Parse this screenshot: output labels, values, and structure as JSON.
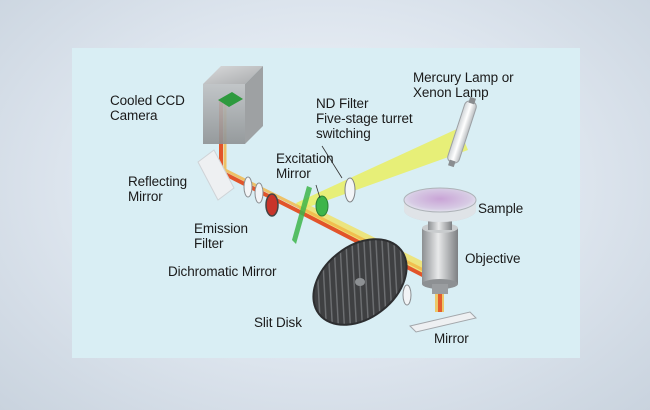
{
  "labels": {
    "cooled_ccd_camera": "Cooled CCD\nCamera",
    "nd_filter": "ND Filter\nFive-stage turret\nswitching",
    "mercury_lamp": "Mercury Lamp or\nXenon Lamp",
    "excitation_mirror": "Excitation\nMirror",
    "reflecting_mirror": "Reflecting\nMirror",
    "sample": "Sample",
    "emission_filter": "Emission\nFilter",
    "objective": "Objective",
    "dichromatic_mirror": "Dichromatic Mirror",
    "slit_disk": "Slit Disk",
    "mirror": "Mirror"
  },
  "colors": {
    "panel": "#d9eef4",
    "excitation_light": "#e8ee6a",
    "emission_light": "#e2542a",
    "filter_green": "#3db54a",
    "filter_red": "#c8342a",
    "camera_gray": "#b4b6b8",
    "disk_dark": "#4a4a4c"
  }
}
